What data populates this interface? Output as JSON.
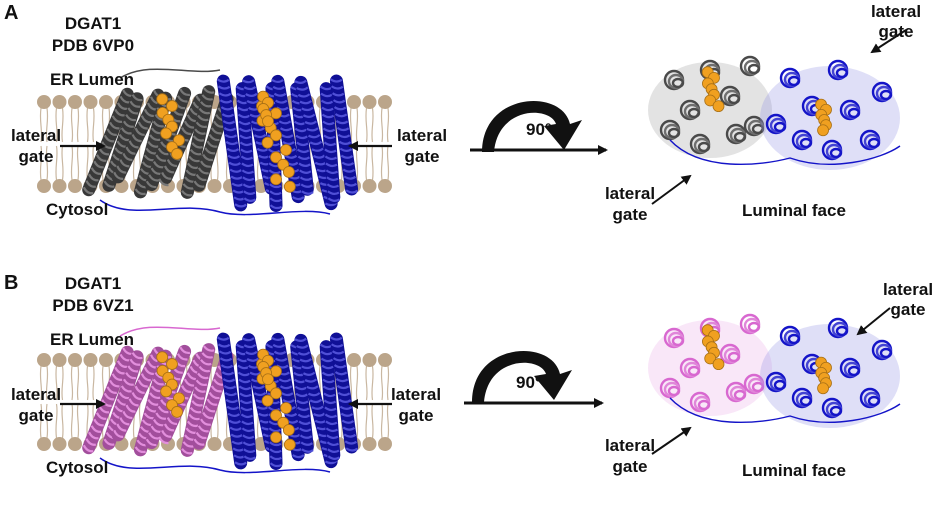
{
  "panels": [
    {
      "letter": "A",
      "protein": "DGAT1",
      "pdb": "PDB 6VP0",
      "er_lumen": "ER Lumen",
      "cytosol": "Cytosol",
      "lateral_left": [
        "lateral",
        "gate"
      ],
      "lateral_right": [
        "lateral",
        "gate"
      ],
      "rotation": "90°",
      "lateral_top": [
        "lateral",
        "gate"
      ],
      "lateral_bottom": [
        "lateral",
        "gate"
      ],
      "luminal_face": "Luminal face",
      "colors": {
        "chain_a": "#4a4a4a",
        "chain_b": "#1414c8",
        "ligand": "#f0a020"
      }
    },
    {
      "letter": "B",
      "protein": "DGAT1",
      "pdb": "PDB 6VZ1",
      "er_lumen": "ER Lumen",
      "cytosol": "Cytosol",
      "lateral_left": [
        "lateral",
        "gate"
      ],
      "lateral_right": [
        "lateral",
        "gate"
      ],
      "rotation": "90°",
      "lateral_top": [
        "lateral",
        "gate"
      ],
      "lateral_bottom": [
        "lateral",
        "gate"
      ],
      "luminal_face": "Luminal face",
      "colors": {
        "chain_a": "#d868d0",
        "chain_b": "#1414c8",
        "ligand": "#f0a020"
      }
    }
  ],
  "colors": {
    "membrane": "#bba58a",
    "arrow": "#111111"
  }
}
